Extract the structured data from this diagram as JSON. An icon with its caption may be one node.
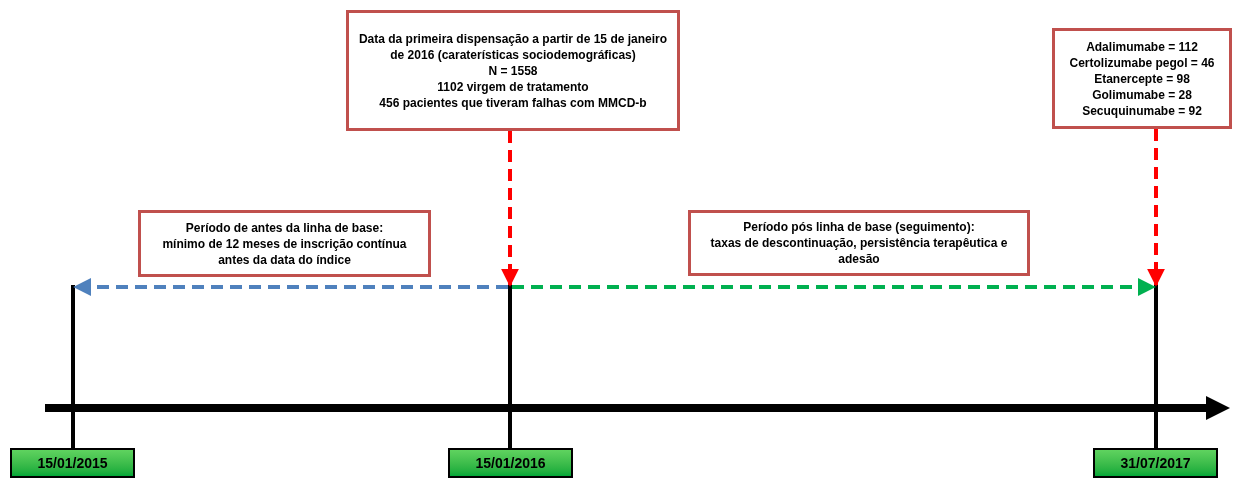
{
  "diagram": {
    "nodes": [
      {
        "text": [
          "Data da primeira dispensação a partir de 15 de janeiro de 2016 (caraterísticas sociodemográficas)",
          "N = 1558",
          "1102 virgem de tratamento",
          "456 pacientes que tiveram falhas com MMCD-b"
        ]
      },
      {
        "text": [
          "Adalimumabe = 112",
          "Certolizumabe pegol = 46",
          "Etanercepte =  98",
          "Golimumabe = 28",
          "Secuquinumabe = 92"
        ]
      },
      {
        "text": [
          "Período de antes da linha de base:",
          "mínimo de 12 meses de inscrição contínua antes da data do índice"
        ]
      },
      {
        "text": [
          "Período pós linha de base (seguimento):",
          "taxas de descontinuação, persistência terapêutica e adesão"
        ]
      },
      {
        "text": [
          "15/01/2015"
        ]
      },
      {
        "text": [
          "15/01/2016"
        ]
      },
      {
        "text": [
          "31/07/2017"
        ]
      },
      {
        "text": [],
        "shape": "bar"
      },
      {
        "text": [],
        "shape": "bar"
      },
      {
        "text": [],
        "shape": "bar"
      }
    ],
    "edges": [
      {
        "from": 0,
        "to": 8,
        "arrow": "to",
        "style": "dashed",
        "color": "#ff0000"
      },
      {
        "from": 1,
        "to": 9,
        "arrow": "to",
        "style": "dashed",
        "color": "#ff0000"
      },
      {
        "from": 8,
        "to": 7,
        "arrow": "to",
        "style": "dashed",
        "color": "#4f81bd"
      },
      {
        "from": 8,
        "to": 9,
        "arrow": "to",
        "style": "dashed",
        "color": "#00b050"
      }
    ]
  }
}
